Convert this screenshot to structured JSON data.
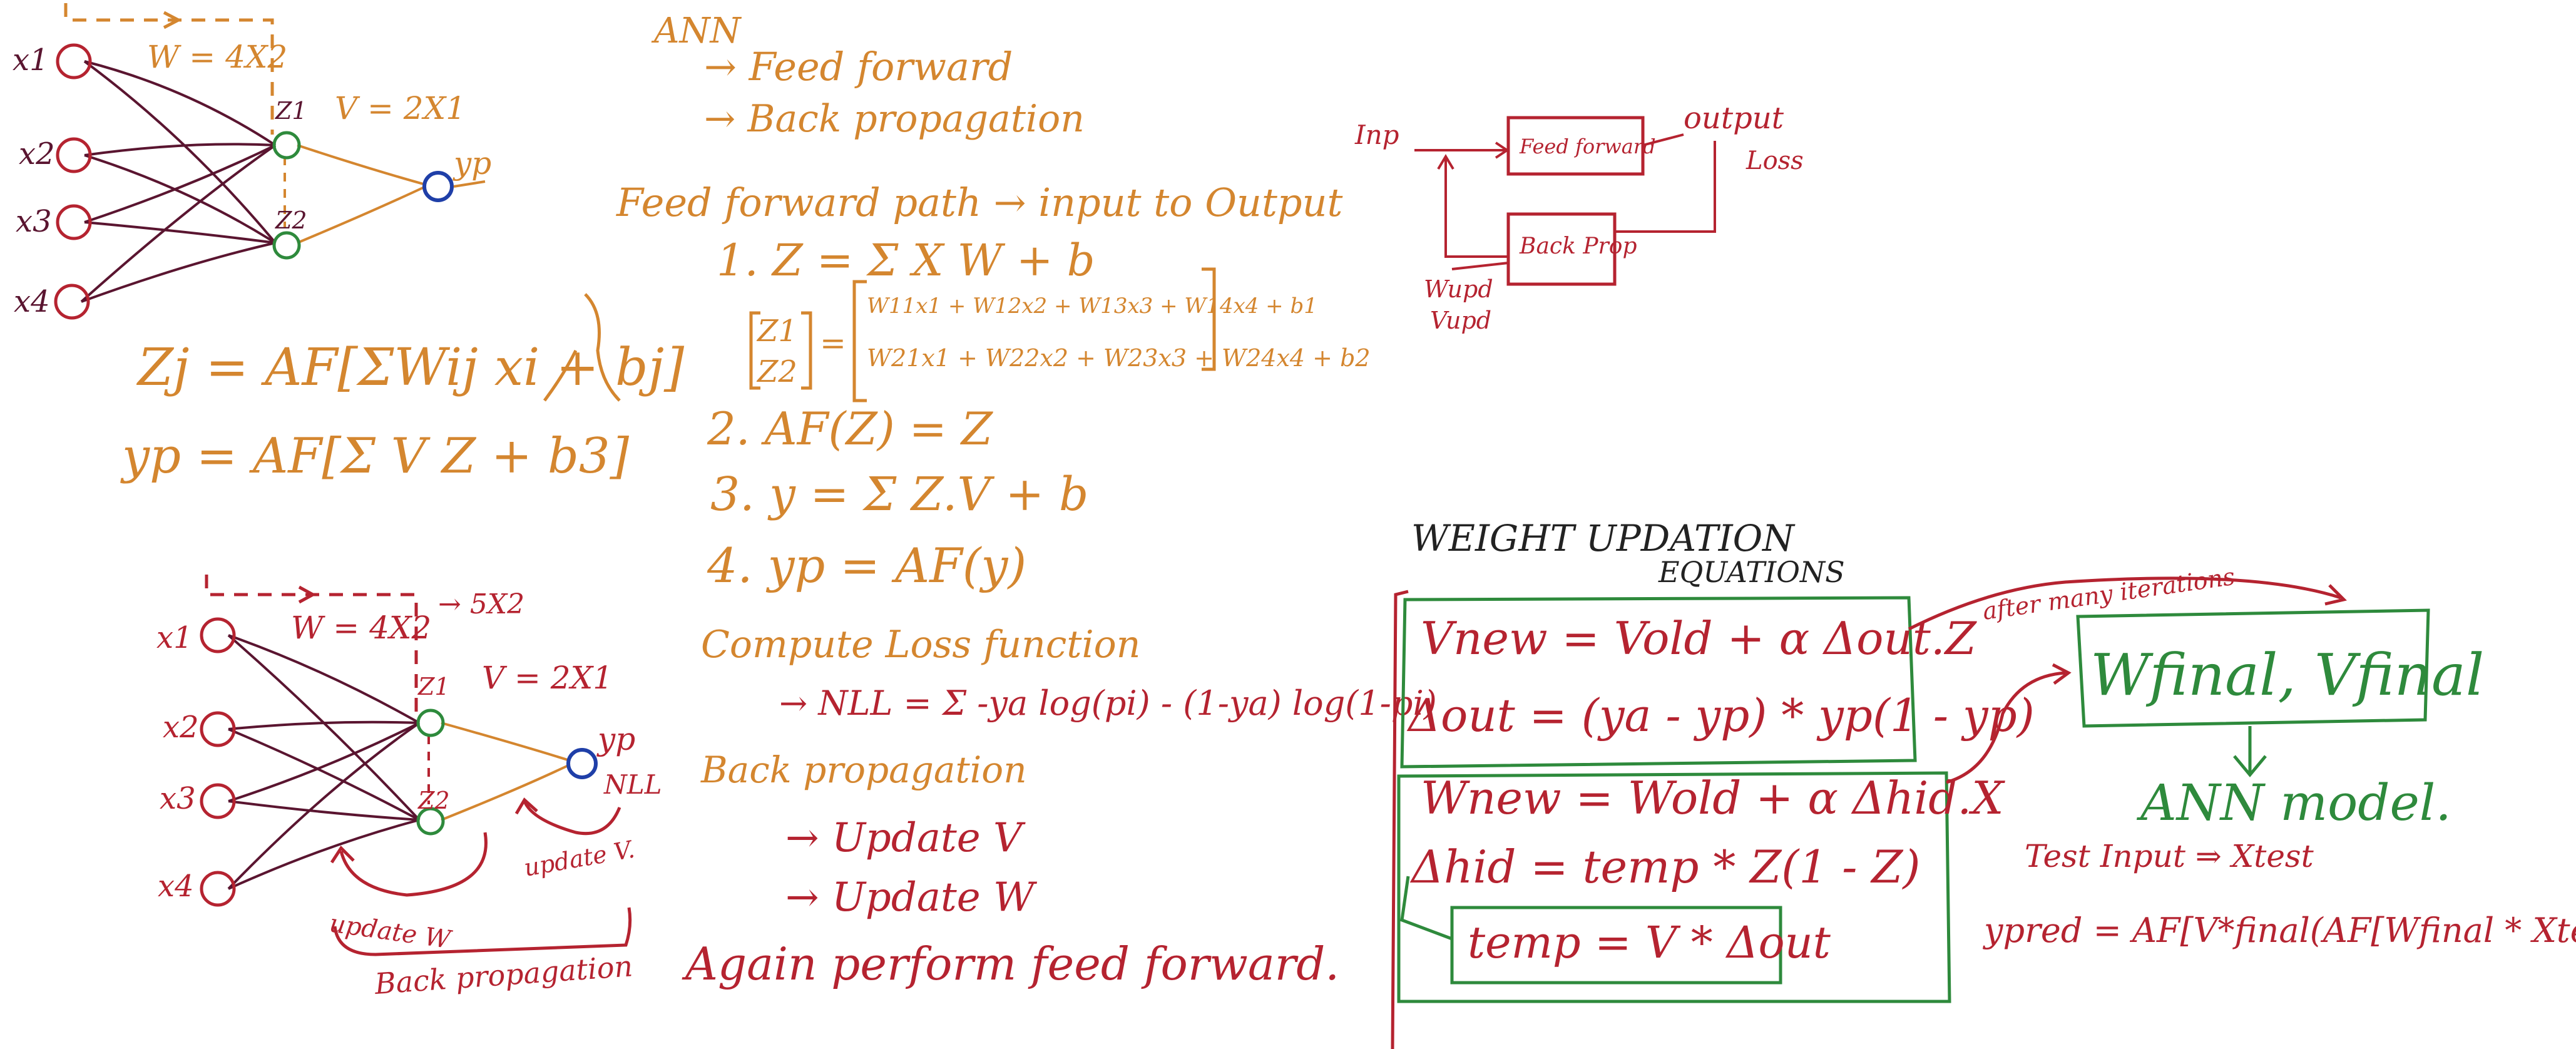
{
  "colors": {
    "orange": "#d4862f",
    "red": "#b52330",
    "maroon": "#5a1530",
    "green": "#2e8a3c",
    "blue": "#1f3fa8",
    "black": "#222222"
  },
  "network_top": {
    "inputs": [
      "x1",
      "x2",
      "x3",
      "x4"
    ],
    "hidden": [
      "Z1",
      "Z2"
    ],
    "output": "yp",
    "w_label": "W = 4X2",
    "v_label": "V = 2X1",
    "zj_eq": "Zj = AF[ΣWij xi + bj]",
    "yp_eq": "yp = AF[Σ V Z + b3]"
  },
  "network_bottom": {
    "inputs": [
      "x1",
      "x2",
      "x3",
      "x4"
    ],
    "hidden": [
      "Z1",
      "Z2"
    ],
    "output": "yp",
    "w_label": "W = 4X2",
    "w_shape_note": "→ 5X2",
    "v_label": "V = 2X1",
    "loss_label": "NLL",
    "update_w": "update W",
    "update_v": "update V.",
    "backprop": "Back propagation"
  },
  "ann_notes": {
    "heading": "ANN",
    "item_ff": "→ Feed forward",
    "item_bp": "→ Back propagation",
    "ff_path": "Feed forward path → input to Output",
    "step1": "1. Z = Σ X W + b",
    "matrix_lhs_1": "Z1",
    "matrix_lhs_2": "Z2",
    "matrix_row_1": "W11x1 + W12x2 + W13x3 + W14x4 + b1",
    "matrix_row_2": "W21x1 + W22x2 + W23x3 + W24x4 + b2",
    "step2": "2. AF(Z) = Z",
    "step3": "3. y = Σ Z.V + b",
    "step4": "4. yp = AF(y)",
    "compute_loss": "Compute Loss function",
    "nll_eq": "→ NLL = Σ -ya log(pi) - (1-ya) log(1-pi)",
    "backprop_heading": "Back propagation",
    "update_v": "→ Update V",
    "update_w": "→ Update W",
    "again": "Again perform feed forward."
  },
  "flow": {
    "inp": "Inp",
    "feed_forward": "Feed forward",
    "output": "output",
    "loss": "Loss",
    "back_prop": "Back Prop",
    "weight_note_1": "Wupd",
    "weight_note_2": "Vupd"
  },
  "weights": {
    "title": "WEIGHT UPDATION",
    "subtitle": "EQUATIONS",
    "eq_v": "Vnew = Vold + α Δout.Z",
    "eq_dout": "Δout = (ya - yp) * yp(1 - yp)",
    "eq_w": "Wnew = Wold + α Δhid.X",
    "eq_dhid": "Δhid = temp * Z(1 - Z)",
    "eq_temp": "temp = V * Δout",
    "after_iter": "after many iterations",
    "final": "Wfinal, Vfinal",
    "ann_model": "ANN model.",
    "test_input": "Test Input ⇒ Xtest",
    "ypred": "ypred = AF[V*final(AF[Wfinal * Xtest])]"
  }
}
